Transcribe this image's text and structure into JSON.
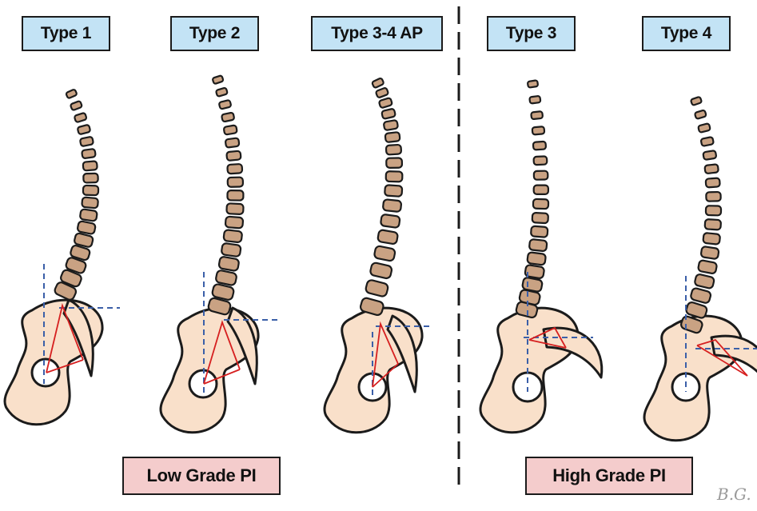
{
  "types": [
    {
      "label": "Type 1"
    },
    {
      "label": "Type 2"
    },
    {
      "label": "Type 3-4 AP"
    },
    {
      "label": "Type 3"
    },
    {
      "label": "Type 4"
    }
  ],
  "groups": [
    {
      "label": "Low Grade PI"
    },
    {
      "label": "High Grade PI"
    }
  ],
  "signature": "B.G.",
  "colors": {
    "type_label_fill": "#c3e3f5",
    "grade_label_fill": "#f4cccc",
    "vertebra_fill": "#c9a283",
    "pelvis_fill": "#f9e0ca",
    "outline": "#1b1b1b",
    "angle_lines": "#d62020",
    "reference_lines": "#3b5fa8"
  }
}
